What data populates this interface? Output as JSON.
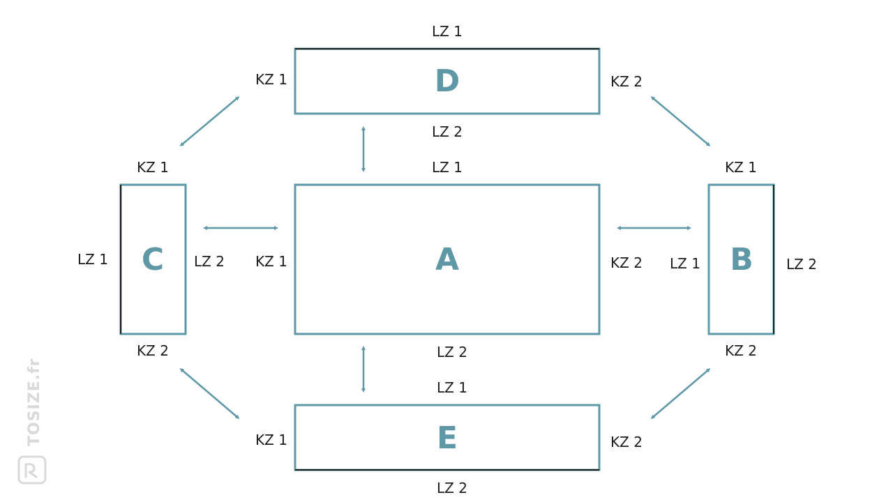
{
  "colors": {
    "accent": "#5e97a5",
    "edge_dark": "#1c1c1c",
    "text": "#1c1c1c",
    "watermark": "#d9d9d9"
  },
  "diagram": {
    "boxes": {
      "D": {
        "letter": "D",
        "top": "LZ 1",
        "bottom": "LZ 2",
        "left": "KZ 1",
        "right": "KZ 2"
      },
      "A": {
        "letter": "A",
        "top": "LZ 1",
        "bottom": "LZ 2",
        "left": "KZ 1",
        "right": "KZ 2"
      },
      "E": {
        "letter": "E",
        "top": "LZ 1",
        "bottom": "LZ 2",
        "left": "KZ 1",
        "right": "KZ 2"
      },
      "C": {
        "letter": "C",
        "top": "KZ 1",
        "bottom": "KZ 2",
        "left": "LZ 1",
        "right": "LZ 2"
      },
      "B": {
        "letter": "B",
        "top": "KZ 1",
        "bottom": "KZ 2",
        "left": "LZ 1",
        "right": "LZ 2"
      }
    },
    "arrow_icon": "double-headed-arrow-icon"
  },
  "watermark": {
    "text": "TOSIZE.fr",
    "logo_icon": "tosize-logo-icon"
  }
}
